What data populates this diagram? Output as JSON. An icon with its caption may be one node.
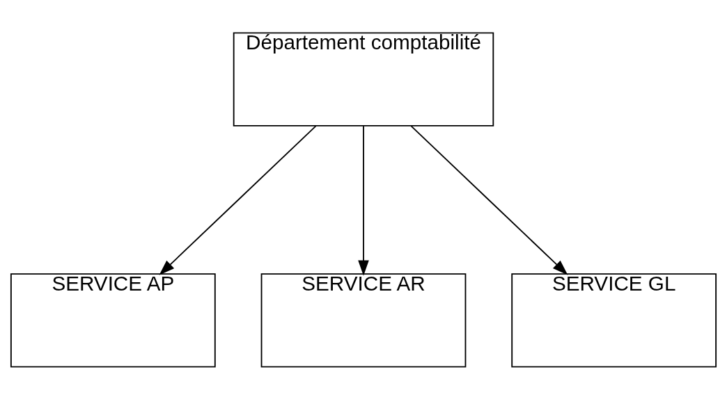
{
  "diagram": {
    "nodes": [
      {
        "text": [
          "Département comptabilité"
        ]
      },
      {
        "text": [
          "SERVICE AP"
        ]
      },
      {
        "text": [
          "SERVICE AR"
        ]
      },
      {
        "text": [
          "SERVICE GL"
        ]
      }
    ],
    "edges": [
      {
        "from": 0,
        "to": 1,
        "arrow": "to"
      },
      {
        "from": 0,
        "to": 2,
        "arrow": "to"
      },
      {
        "from": 0,
        "to": 3,
        "arrow": "to"
      }
    ]
  }
}
